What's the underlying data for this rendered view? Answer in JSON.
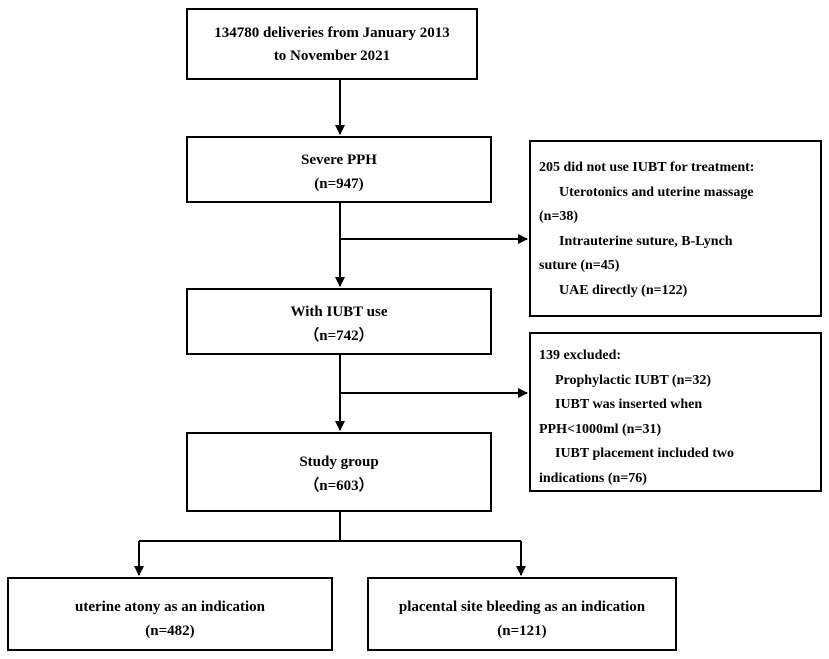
{
  "boxes": {
    "total": {
      "line1": "134780 deliveries from January 2013",
      "line2": "to November 2021"
    },
    "severe_pph": {
      "title": "Severe PPH",
      "count": "(n=947)"
    },
    "iubt_use": {
      "title": "With IUBT use",
      "count": "（n=742）"
    },
    "study_group": {
      "title": "Study group",
      "count": "（n=603）"
    },
    "uterine_atony": {
      "title": "uterine atony as an indication",
      "count": "(n=482)"
    },
    "placental_site": {
      "title": "placental site bleeding as an indication",
      "count": "(n=121)"
    }
  },
  "side_boxes": {
    "no_iubt": {
      "lines": [
        "205 did not use IUBT for treatment:",
        "Uterotonics and uterine massage",
        "(n=38)",
        "Intrauterine suture, B-Lynch",
        "suture (n=45)",
        "UAE directly (n=122)"
      ]
    },
    "excluded": {
      "lines": [
        "139 excluded:",
        "Prophylactic IUBT (n=32)",
        "IUBT was inserted when",
        "PPH<1000ml (n=31)",
        "IUBT placement included two",
        "indications (n=76)"
      ]
    }
  }
}
